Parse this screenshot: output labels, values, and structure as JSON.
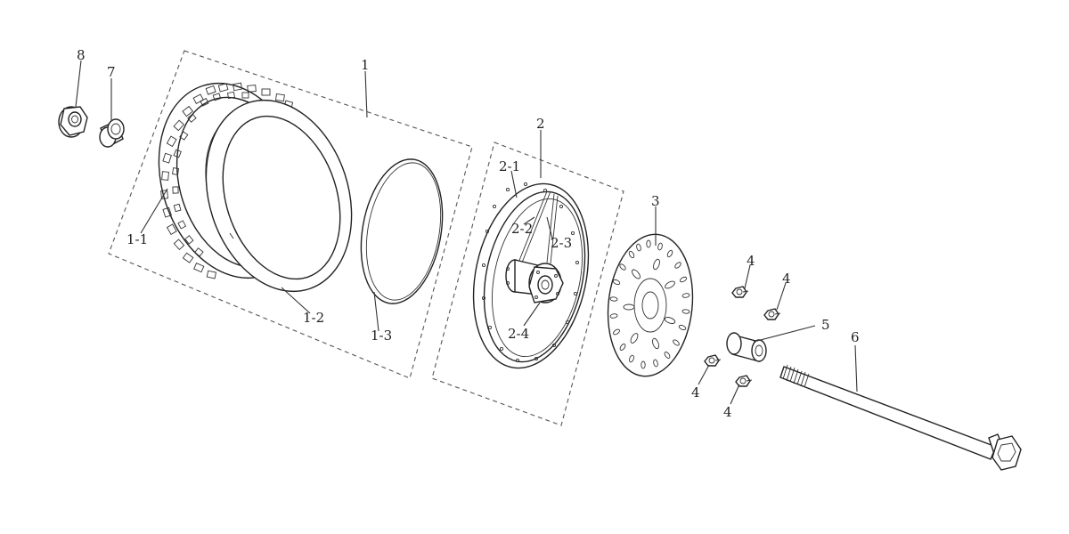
{
  "callouts": {
    "c1": "1",
    "c1_1": "1-1",
    "c1_2": "1-2",
    "c1_3": "1-3",
    "c2": "2",
    "c2_1": "2-1",
    "c2_2": "2-2",
    "c2_3": "2-3",
    "c2_4": "2-4",
    "c3": "3",
    "c4a": "4",
    "c4b": "4",
    "c4c": "4",
    "c4d": "4",
    "c5": "5",
    "c6": "6",
    "c7": "7",
    "c8": "8"
  }
}
